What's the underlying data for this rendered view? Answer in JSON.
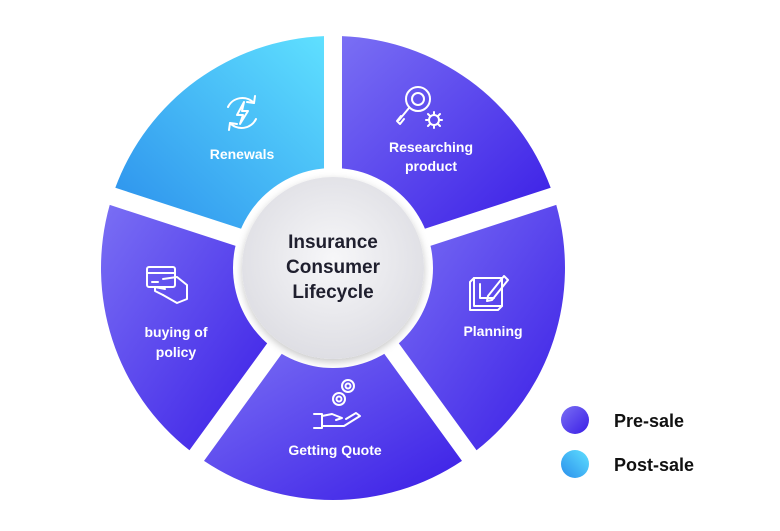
{
  "center": {
    "line1": "Insurance",
    "line2": "Consumer",
    "line3": "Lifecycle"
  },
  "segments": [
    {
      "id": "renewals",
      "lines": [
        "Renewals"
      ],
      "icon": "renewal-lightning-icon",
      "category": "post-sale"
    },
    {
      "id": "researching-product",
      "lines": [
        "Researching",
        "product"
      ],
      "icon": "magnifier-gear-icon",
      "category": "pre-sale"
    },
    {
      "id": "planning",
      "lines": [
        "Planning"
      ],
      "icon": "blueprint-pencil-icon",
      "category": "pre-sale"
    },
    {
      "id": "getting-quote",
      "lines": [
        "Getting Quote"
      ],
      "icon": "hand-coins-icon",
      "category": "pre-sale"
    },
    {
      "id": "buying-of-policy",
      "lines": [
        "buying of",
        "policy"
      ],
      "icon": "hand-card-icon",
      "category": "pre-sale"
    }
  ],
  "legend": [
    {
      "label": "Pre-sale",
      "category": "pre-sale"
    },
    {
      "label": "Post-sale",
      "category": "post-sale"
    }
  ],
  "colors": {
    "pre_sale_light": "#6c63f2",
    "pre_sale_dark": "#3b1fe8",
    "post_sale_light": "#56d6fb",
    "post_sale_dark": "#2f9ff0",
    "center_fill": "#ececf0",
    "center_ring": "#ffffff"
  }
}
